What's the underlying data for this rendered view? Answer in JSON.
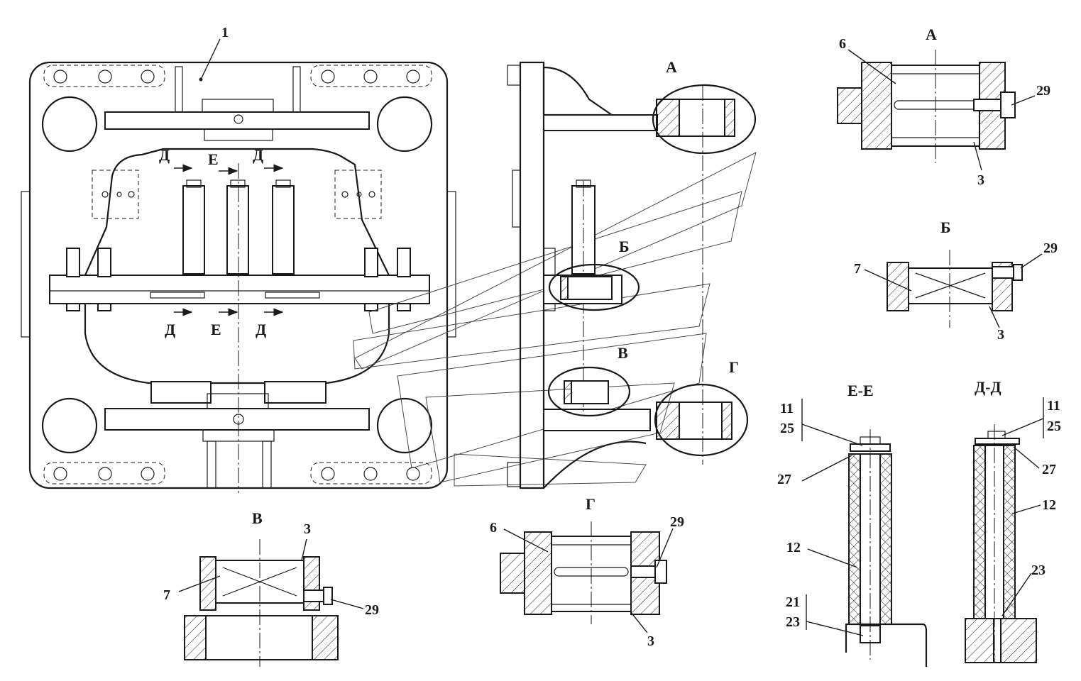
{
  "views": {
    "A": "А",
    "B": "Б",
    "V": "В",
    "G": "Г",
    "EE": "Е-Е",
    "DD": "Д-Д"
  },
  "section_marks": {
    "D": "Д",
    "E": "Е"
  },
  "parts": {
    "p1": "1",
    "p3": "3",
    "p6": "6",
    "p7": "7",
    "p11": "11",
    "p12": "12",
    "p21": "21",
    "p23": "23",
    "p25": "25",
    "p27": "27",
    "p29": "29"
  }
}
